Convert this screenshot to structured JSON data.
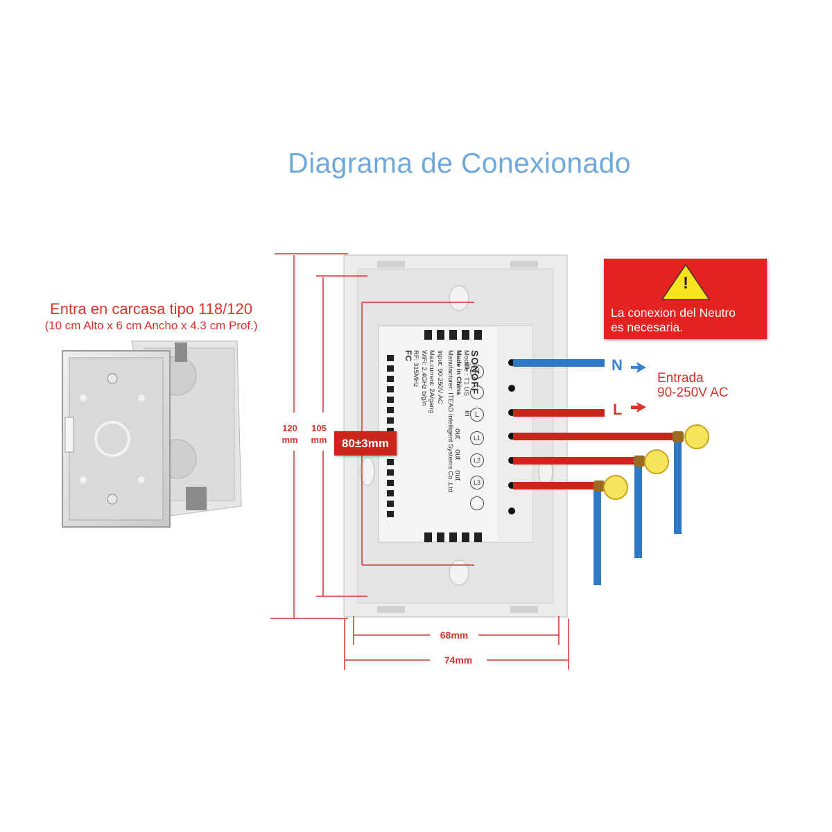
{
  "title": "Diagrama de Conexionado",
  "box_caption": {
    "line1": "Entra en carcasa tipo 118/120",
    "line2": "(10 cm Alto x 6 cm Ancho x 4.3 cm Prof.)"
  },
  "warning": {
    "icon": "!",
    "line1": "La conexion del Neutro",
    "line2": "es necesaria."
  },
  "wires": {
    "neutral": "N",
    "line": "L",
    "entrada_line1": "Entrada",
    "entrada_line2": "90-250V AC"
  },
  "dimensions": {
    "h120": "120",
    "h105": "105",
    "unit": "mm",
    "depth_badge": "80±3mm",
    "w68": "68mm",
    "w74": "74mm"
  },
  "module_label": {
    "brand": "SONOFF",
    "model": "Module : T1 US",
    "made": "Made in China",
    "mfr": "Manufacturer: ITEAD Intelligent Systems Co.,Ltd",
    "input": "Input: 90-250V AC",
    "current": "Max.current: 2A/gang",
    "wifi": "WiFi: 2.4GHz b/g/n",
    "rf": "RF: 315MHz",
    "fcc": "FC",
    "in": "in",
    "out": "out",
    "terminals": [
      "N",
      "L",
      "L1",
      "L2",
      "L3"
    ]
  },
  "colors": {
    "title": "#6fa9dc",
    "red_text": "#d9332a",
    "live_wire": "#c9261d",
    "neutral_wire": "#2f78c8",
    "warning_bg": "#e32222",
    "warning_triangle": "#f7e21b"
  }
}
